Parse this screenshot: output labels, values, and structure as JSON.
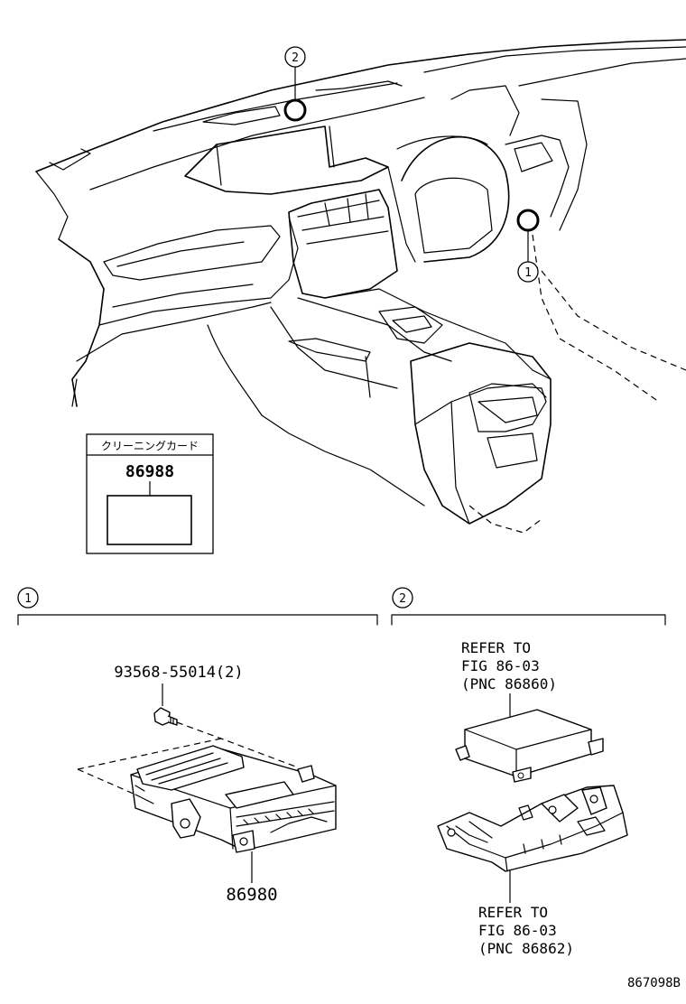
{
  "callouts": {
    "one": "1",
    "two": "2"
  },
  "card_box": {
    "title": "クリーニングカード",
    "part_number": "86988"
  },
  "section_one": {
    "marker": "1",
    "bolt_label": "93568-55014(2)",
    "part_number": "86980"
  },
  "section_two": {
    "marker": "2",
    "refer_upper": {
      "line1": "REFER TO",
      "line2": "FIG 86-03",
      "line3": "(PNC 86860)"
    },
    "refer_lower": {
      "line1": "REFER TO",
      "line2": "FIG 86-03",
      "line3": "(PNC 86862)"
    }
  },
  "diagram_id": "867098B"
}
